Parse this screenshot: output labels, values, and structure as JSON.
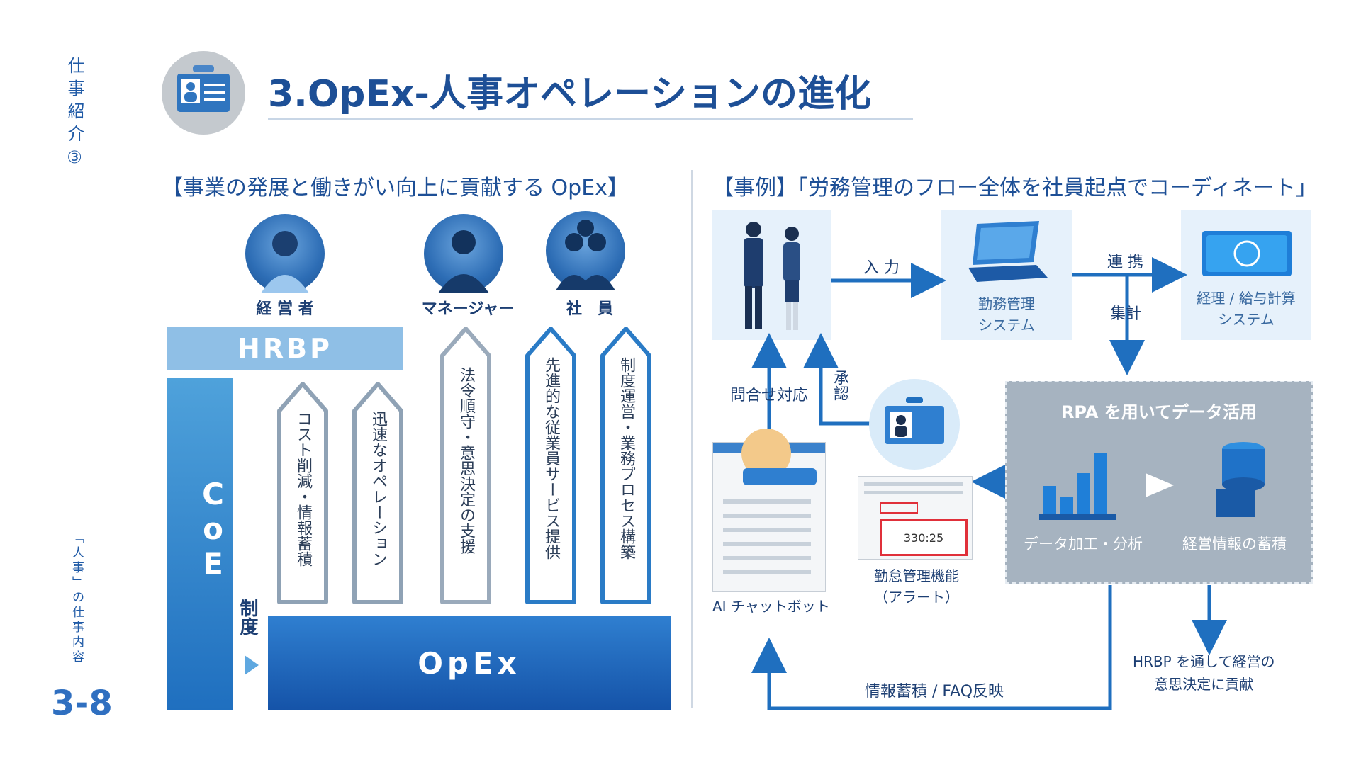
{
  "side": {
    "section_label": "仕事紹介③",
    "sub_label": "「人事」の仕事内容",
    "page_number": "3-8"
  },
  "header": {
    "title": "3.OpEx-人事オペレーションの進化",
    "icon": "id-card-icon"
  },
  "left": {
    "heading": "【事業の発展と働きがい向上に貢献する OpEx】",
    "roles": [
      "経 営 者",
      "マネージャー",
      "社　員"
    ],
    "hrbp": "HRBP",
    "coe": "CoE",
    "seido": "制度",
    "opex": "OpEx",
    "pillars": [
      "コスト削減・情報蓄積",
      "迅速なオペレーション",
      "法令順守・意思決定の支援",
      "先進的な従業員サービス提供",
      "制度運営・業務プロセス構築"
    ]
  },
  "right": {
    "heading": "【事例】「労務管理のフロー全体を社員起点でコーディネート」",
    "nodes": {
      "attendance_system": "勤務管理\nシステム",
      "payroll_system": "経理 / 給与計算\nシステム",
      "ai_chatbot": "AI チャットボット",
      "alert_function": "勤怠管理機能\n（アラート）"
    },
    "arrows": {
      "input": "入 力",
      "link": "連 携",
      "aggregate": "集計",
      "inquiry": "問合せ対応",
      "approval": "承認",
      "feedback": "情報蓄積 / FAQ反映",
      "hrbp_contrib": "HRBP を通して経営の\n意思決定に貢献"
    },
    "rpa": {
      "title": "RPA を用いてデータ活用",
      "processing": "データ加工・分析",
      "storage": "経営情報の蓄積"
    },
    "alert_value": "330:25"
  },
  "colors": {
    "primary": "#1d4f96",
    "accent": "#2f7fd0",
    "light": "#e6f1fb"
  }
}
